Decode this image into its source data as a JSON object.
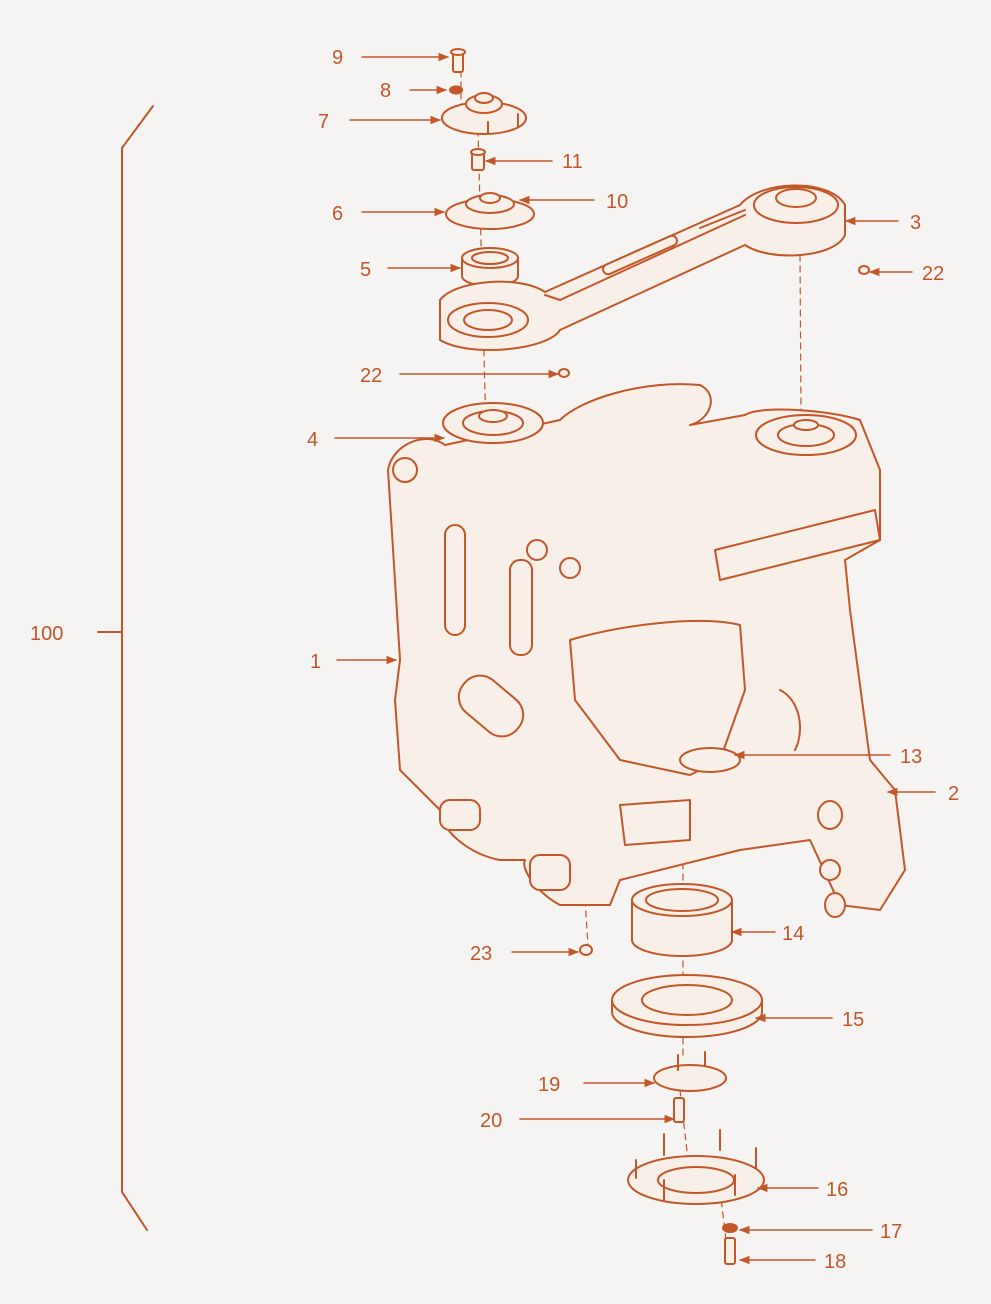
{
  "colors": {
    "line": "#c4572a",
    "label": "#c4572a",
    "background": "#f6f4f2",
    "fill": "#f8efe9"
  },
  "assembly_label": "100",
  "callouts": [
    {
      "id": "c1",
      "label": "1"
    },
    {
      "id": "c2",
      "label": "2"
    },
    {
      "id": "c3",
      "label": "3"
    },
    {
      "id": "c4",
      "label": "4"
    },
    {
      "id": "c5",
      "label": "5"
    },
    {
      "id": "c6",
      "label": "6"
    },
    {
      "id": "c7",
      "label": "7"
    },
    {
      "id": "c8",
      "label": "8"
    },
    {
      "id": "c9",
      "label": "9"
    },
    {
      "id": "c10",
      "label": "10"
    },
    {
      "id": "c11",
      "label": "11"
    },
    {
      "id": "c13",
      "label": "13"
    },
    {
      "id": "c14",
      "label": "14"
    },
    {
      "id": "c15",
      "label": "15"
    },
    {
      "id": "c16",
      "label": "16"
    },
    {
      "id": "c17",
      "label": "17"
    },
    {
      "id": "c18",
      "label": "18"
    },
    {
      "id": "c19",
      "label": "19"
    },
    {
      "id": "c20",
      "label": "20"
    },
    {
      "id": "c22a",
      "label": "22"
    },
    {
      "id": "c22b",
      "label": "22"
    },
    {
      "id": "c23",
      "label": "23"
    }
  ]
}
